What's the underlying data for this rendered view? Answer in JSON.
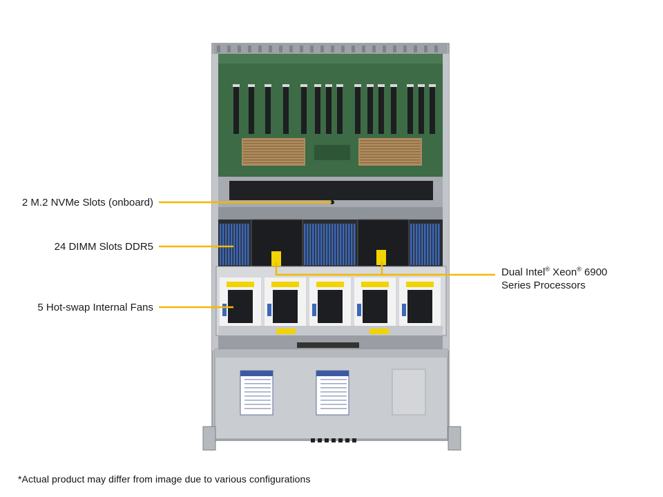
{
  "callouts": {
    "m2": "2 M.2 NVMe Slots (onboard)",
    "dimm": "24 DIMM Slots DDR5",
    "fans": "5 Hot-swap Internal Fans",
    "cpu_line1_a": "Dual Intel",
    "cpu_line1_reg": "®",
    "cpu_line1_b": " Xeon",
    "cpu_line1_reg2": "®",
    "cpu_line1_c": " 6900",
    "cpu_line2": "Series Processors"
  },
  "disclaimer": "*Actual product may differ from image due to various configurations",
  "colors": {
    "leader": "#f5b800",
    "chassis": "#c9ccd0",
    "pcb": "#3c6b46",
    "dimm": "#3c68b8",
    "fan_label": "#f2d400"
  }
}
